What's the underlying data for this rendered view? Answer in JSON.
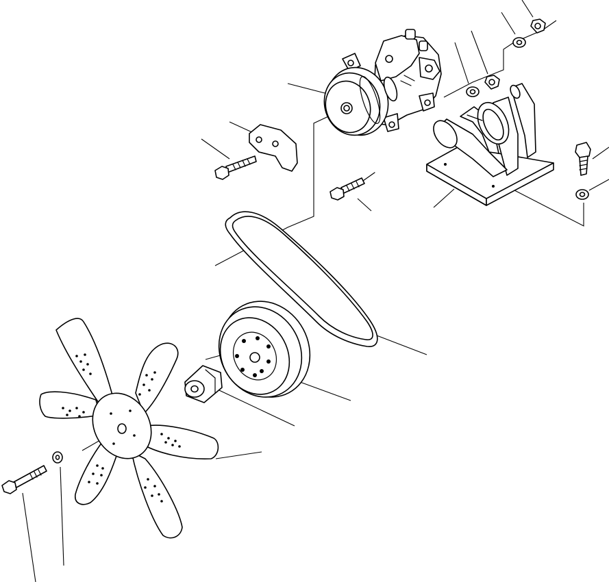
{
  "diagram": {
    "type": "exploded-parts-view",
    "parts": [
      {
        "id": "compressor",
        "icon": "ac-compressor-icon"
      },
      {
        "id": "bracket-mount",
        "icon": "bracket-icon"
      },
      {
        "id": "compressor-bolt-upper",
        "icon": "bolt-icon"
      },
      {
        "id": "compressor-bolt-lower",
        "icon": "bolt-icon"
      },
      {
        "id": "adjust-plate",
        "icon": "plate-icon"
      },
      {
        "id": "nut-1",
        "icon": "nut-icon"
      },
      {
        "id": "nut-2",
        "icon": "nut-icon"
      },
      {
        "id": "washer-1",
        "icon": "washer-icon"
      },
      {
        "id": "washer-2",
        "icon": "washer-icon"
      },
      {
        "id": "mount-bolt",
        "icon": "bolt-icon"
      },
      {
        "id": "mount-washer",
        "icon": "washer-icon"
      },
      {
        "id": "v-belt",
        "icon": "belt-icon"
      },
      {
        "id": "pulley",
        "icon": "pulley-icon"
      },
      {
        "id": "spacer",
        "icon": "spacer-icon"
      },
      {
        "id": "fan",
        "icon": "fan-icon"
      },
      {
        "id": "fan-bolt",
        "icon": "bolt-icon"
      },
      {
        "id": "fan-washer",
        "icon": "washer-icon"
      }
    ],
    "colors": {
      "line": "#000000",
      "background": "#ffffff"
    }
  }
}
